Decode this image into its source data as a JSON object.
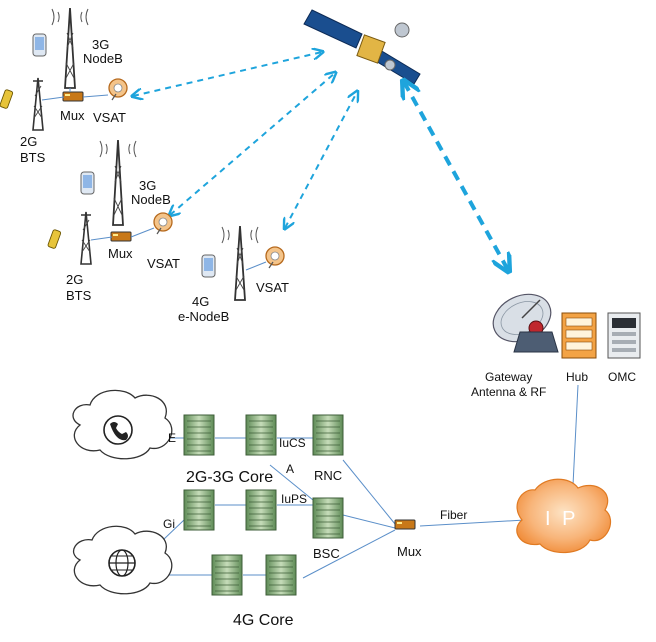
{
  "labels": {
    "site1": {
      "nodeb": [
        "3G",
        "NodeB"
      ],
      "mux": "Mux",
      "vsat": "VSAT",
      "bts": [
        "2G",
        "BTS"
      ]
    },
    "site2": {
      "nodeb": [
        "3G",
        "NodeB"
      ],
      "mux": "Mux",
      "vsat": "VSAT",
      "bts": [
        "2G",
        "BTS"
      ]
    },
    "site3": {
      "enodeb": [
        "4G",
        "e-NodeB"
      ],
      "vsat": "VSAT"
    },
    "gateway": [
      "Gateway",
      "Antenna & RF"
    ],
    "hub": "Hub",
    "omc": "OMC",
    "core_2g3g": "2G-3G Core",
    "core_4g": "4G Core",
    "iucs": "IuCS",
    "iups": "IuPS",
    "a": "A",
    "e": "E",
    "gi": "Gi",
    "rnc": "RNC",
    "bsc": "BSC",
    "mux_core": "Mux",
    "fiber": "Fiber",
    "ip": "I P"
  },
  "colors": {
    "satlink": "#1ea4dc",
    "wire": "#5b8fc9",
    "ip_cloud": "#f6a35b",
    "rack": "#7aa56a"
  }
}
